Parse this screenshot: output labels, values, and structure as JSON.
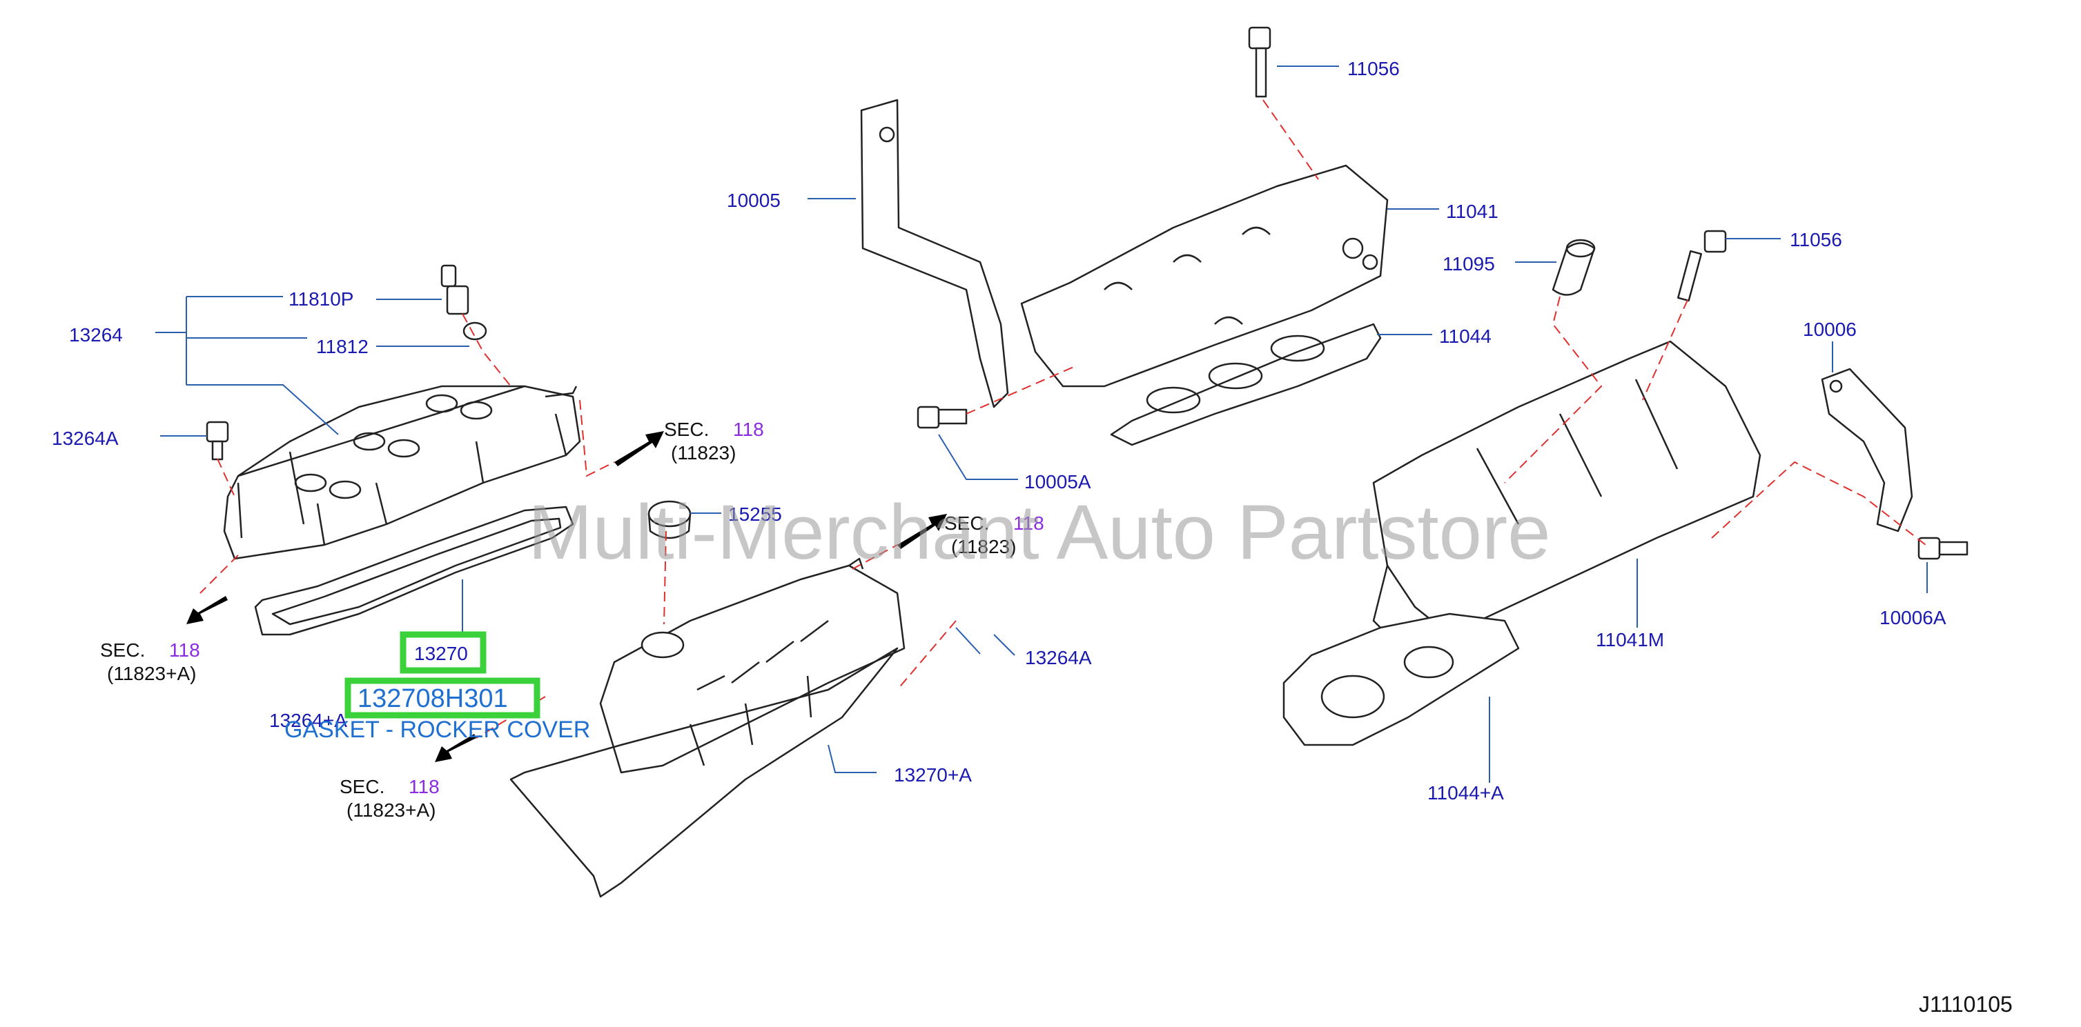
{
  "diagram": {
    "diagram_id": "J1110105",
    "watermark": "Multi-Merchant Auto Partstore",
    "highlight": {
      "part_number": "13270",
      "oem_number": "132708H301",
      "description": "GASKET - ROCKER COVER"
    },
    "parts": {
      "p13264": "13264",
      "p11810P": "11810P",
      "p11812": "11812",
      "p13264A_left": "13264A",
      "p13264pA": "13264+A",
      "p15255": "15255",
      "p13264A_right": "13264A",
      "p13270pA": "13270+A",
      "p10005": "10005",
      "p10005A": "10005A",
      "p11056_top": "11056",
      "p11041": "11041",
      "p11095": "11095",
      "p11044": "11044",
      "p11056_right": "11056",
      "p10006": "10006",
      "p10006A": "10006A",
      "p11041M": "11041M",
      "p11044pA": "11044+A"
    },
    "sections": [
      {
        "sec": "SEC.",
        "num": "118",
        "ref": "(11823)"
      },
      {
        "sec": "SEC.",
        "num": "118",
        "ref": "(11823+A)"
      },
      {
        "sec": "SEC.",
        "num": "118",
        "ref": "(11823+A)"
      },
      {
        "sec": "SEC.",
        "num": "118",
        "ref": "(11823)"
      }
    ],
    "colors": {
      "part_label": "#1a1ab0",
      "section_number": "#8a2be2",
      "leader_line": "#2a5fb0",
      "dashed_line": "#e0302e",
      "highlight_border": "#3ad13a"
    }
  }
}
